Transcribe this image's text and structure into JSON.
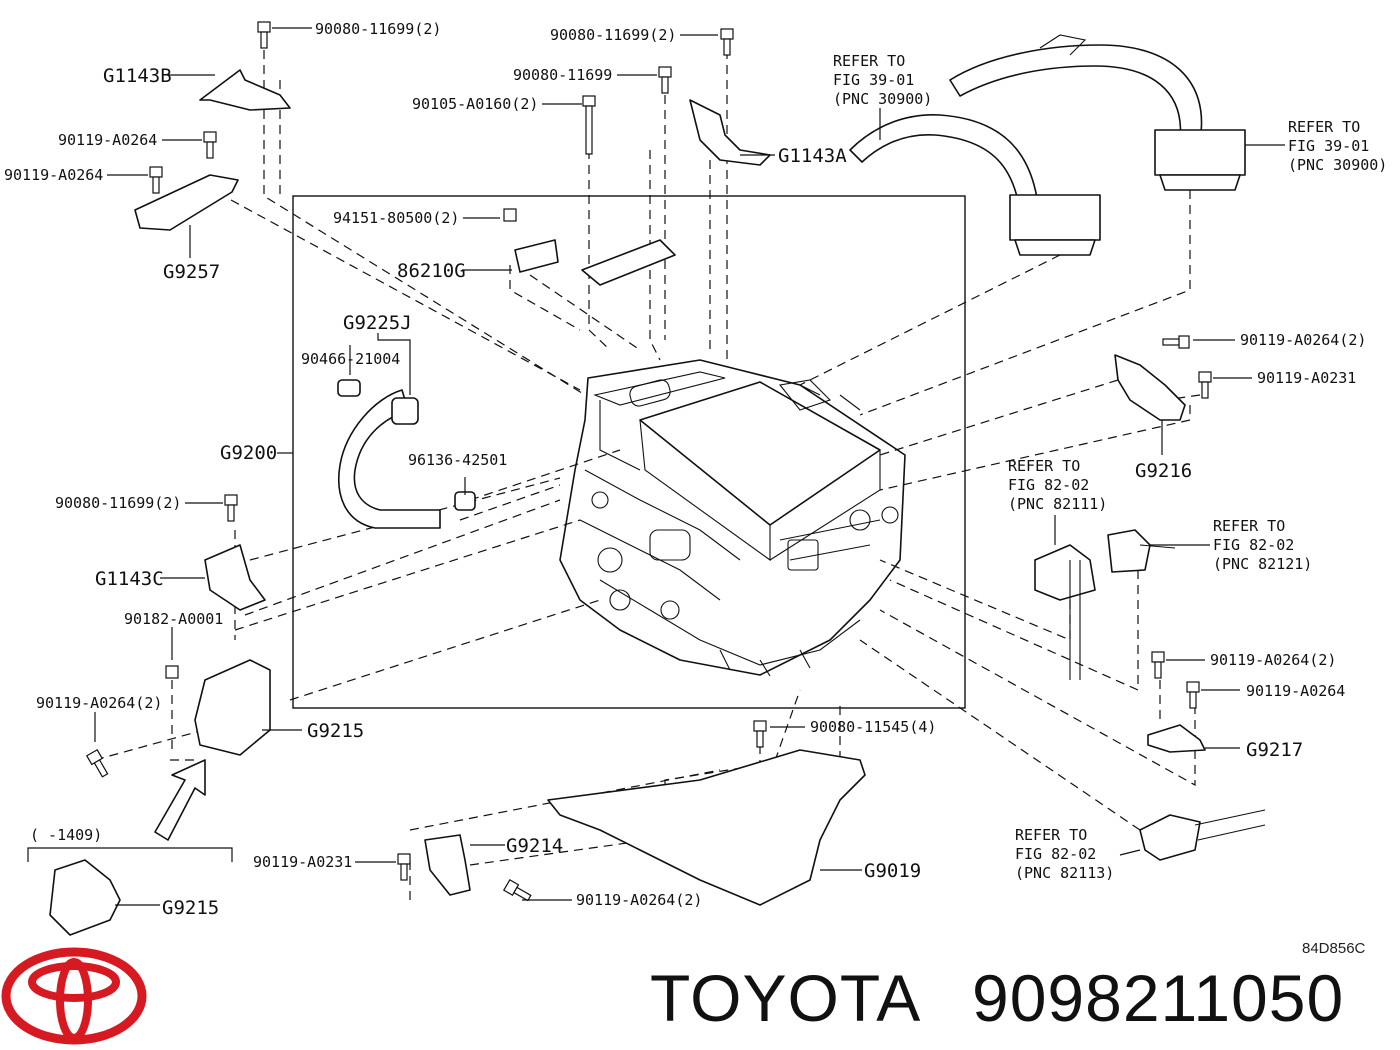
{
  "brand": {
    "name": "TOYOTA",
    "part_number": "9098211050",
    "logo_color": "#d71921"
  },
  "diagram_code": "84D856C",
  "date_note": "(   -1409)",
  "labels": {
    "g1143b": "G1143B",
    "b_90080_11699_2_top": "90080-11699(2)",
    "b_90119_a0264_a": "90119-A0264",
    "b_90119_a0264_b": "90119-A0264",
    "g9257": "G9257",
    "b_90080_11699_2_mid": "90080-11699(2)",
    "b_90080_11699": "90080-11699",
    "b_90105_a0160_2": "90105-A0160(2)",
    "g1143a": "G1143A",
    "b_94151_80500_2": "94151-80500(2)",
    "p_86210g": "86210G",
    "g9225j": "G9225J",
    "p_90466_21004": "90466-21004",
    "g9200": "G9200",
    "p_96136_42501": "96136-42501",
    "b_90080_11699_2_left": "90080-11699(2)",
    "g1143c": "G1143C",
    "b_90182_a0001": "90182-A0001",
    "b_90119_a0264_2_left": "90119-A0264(2)",
    "g9215_main": "G9215",
    "g9215_old": "G9215",
    "b_90119_a0231_bottom": "90119-A0231",
    "g9214": "G9214",
    "b_90119_a0264_2_bottom": "90119-A0264(2)",
    "b_90080_11545_4": "90080-11545(4)",
    "g9019": "G9019",
    "b_90119_a0264_2_right": "90119-A0264(2)",
    "b_90119_a0231_right": "90119-A0231",
    "g9216": "G9216",
    "b_90119_a0264_2_lowright": "90119-A0264(2)",
    "b_90119_a0264_lowright": "90119-A0264",
    "g9217": "G9217"
  },
  "refs": {
    "r1": {
      "l1": "REFER TO",
      "l2": "FIG 39-01",
      "l3": "(PNC 30900)"
    },
    "r2": {
      "l1": "REFER TO",
      "l2": "FIG 39-01",
      "l3": "(PNC 30900)"
    },
    "r3": {
      "l1": "REFER TO",
      "l2": "FIG 82-02",
      "l3": "(PNC 82111)"
    },
    "r4": {
      "l1": "REFER TO",
      "l2": "FIG 82-02",
      "l3": "(PNC 82121)"
    },
    "r5": {
      "l1": "REFER TO",
      "l2": "FIG 82-02",
      "l3": "(PNC 82113)"
    }
  }
}
